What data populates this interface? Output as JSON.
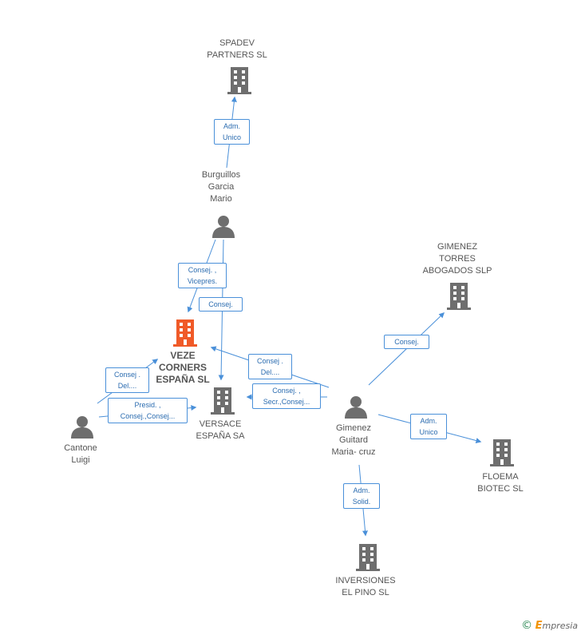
{
  "colors": {
    "edge": "#4a90d9",
    "label_text": "#2b6cb0",
    "node_gray": "#6e6e6e",
    "node_main": "#f05a28"
  },
  "nodes": {
    "spadev": "SPADEV\nPARTNERS SL",
    "burguillos": "Burguillos\nGarcia\nMario",
    "gimenez_torres": "GIMENEZ\nTORRES\nABOGADOS SLP",
    "veze": "VEZE\nCORNERS\nESPAÑA SL",
    "versace": "VERSACE\nESPAÑA SA",
    "cantone": "Cantone\nLuigi",
    "gimenez_guitard": "Gimenez\nGuitard\nMaria- cruz",
    "floema": "FLOEMA\nBIOTEC SL",
    "inversiones": "INVERSIONES\nEL PINO SL"
  },
  "edge_labels": {
    "adm_unico_spadev": "Adm.\nUnico",
    "consej_vicepres": "Consej. ,\nVicepres.",
    "consej_burg_versace": "Consej.",
    "consej_del_gim_veze": "Consej .\nDel....",
    "consej_secr": "Consej. ,\nSecr.,Consej...",
    "consej_gim_torres": "Consej.",
    "adm_unico_floema": "Adm.\nUnico",
    "adm_solid": "Adm.\nSolid.",
    "consej_del_cantone": "Consej .\nDel....",
    "presid_cantone": "Presid. ,\nConsej.,Consej..."
  },
  "watermark": {
    "copyright": "©",
    "brand_initial": "E",
    "brand_rest": "mpresia"
  }
}
